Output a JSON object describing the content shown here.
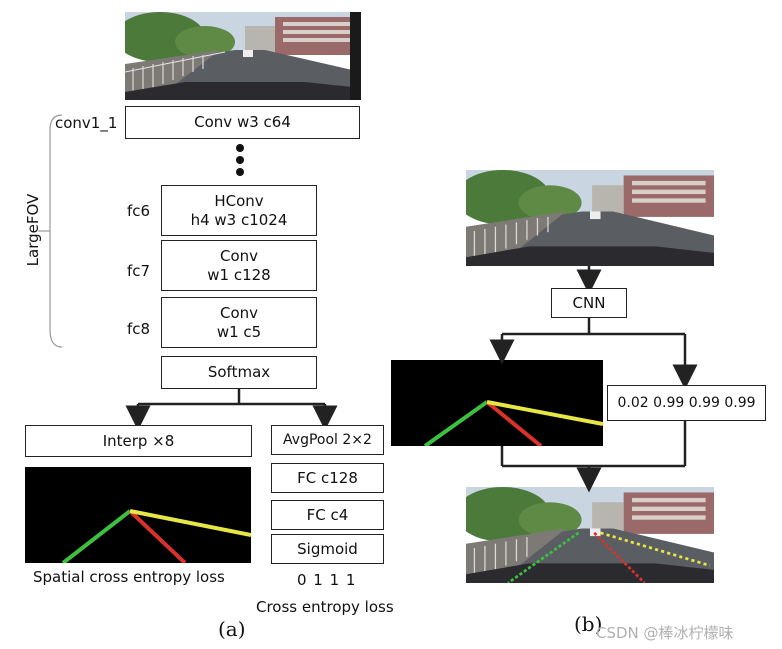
{
  "panel_a": {
    "layer_names": {
      "conv1": "conv1_1",
      "fc6": "fc6",
      "fc7": "fc7",
      "fc8": "fc8"
    },
    "group_label": "LargeFOV",
    "conv_box": "Conv w3 c64",
    "fc6_box": [
      "HConv",
      "h4 w3 c1024"
    ],
    "fc7_box": [
      "Conv",
      "w1 c128"
    ],
    "fc8_box": [
      "Conv",
      "w1 c5"
    ],
    "softmax_box": "Softmax",
    "interp_box": "Interp ×8",
    "avgpool_box": "AvgPool 2×2",
    "fc128_box": "FC c128",
    "fc4_box": "FC c4",
    "sigmoid_box": "Sigmoid",
    "existence_output": "0 1 1 1",
    "spatial_loss": "Spatial cross entropy loss",
    "cross_loss": "Cross entropy loss",
    "caption": "(a)"
  },
  "panel_b": {
    "cnn_box": "CNN",
    "probabilities": "0.02 0.99 0.99 0.99",
    "caption": "(b)"
  },
  "watermark": "CSDN @棒冰柠檬味",
  "lane_colors": {
    "green": "#3fbf3f",
    "red": "#d8322a",
    "yellow": "#e6e645"
  }
}
